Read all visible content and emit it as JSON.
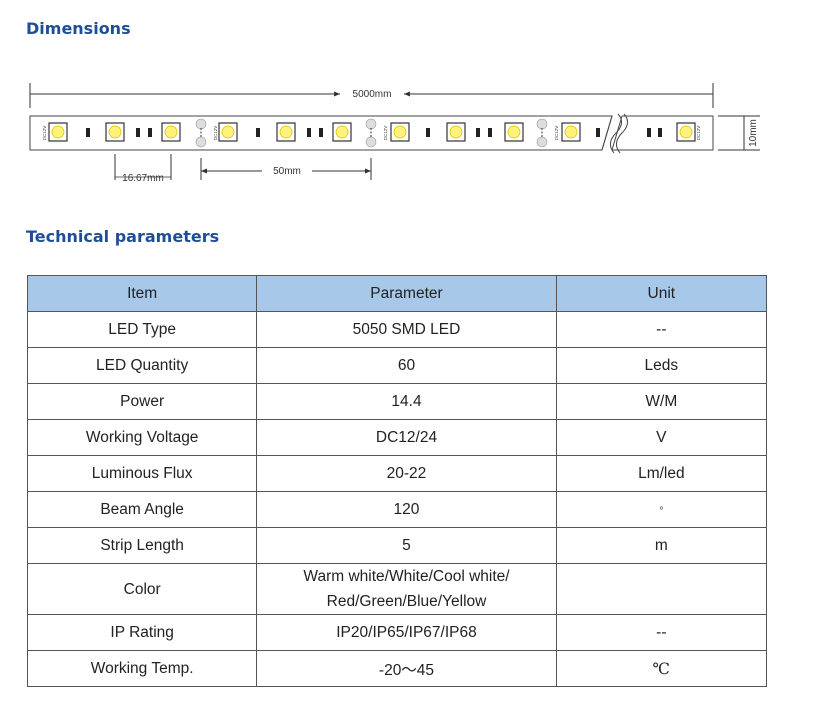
{
  "sections": {
    "dimensions_title": "Dimensions",
    "technical_title": "Technical parameters"
  },
  "diagram": {
    "total_length": "5000mm",
    "led_pitch": "16.67mm",
    "cut_length": "50mm",
    "width": "10mm",
    "pad_label": "DC12V"
  },
  "table": {
    "headers": [
      "Item",
      "Parameter",
      "Unit"
    ],
    "rows": [
      {
        "item": "LED Type",
        "parameter": "5050 SMD LED",
        "unit": "--"
      },
      {
        "item": "LED Quantity",
        "parameter": "60",
        "unit": "Leds"
      },
      {
        "item": "Power",
        "parameter": "14.4",
        "unit": "W/M"
      },
      {
        "item": "Working Voltage",
        "parameter": "DC12/24",
        "unit": "V"
      },
      {
        "item": "Luminous Flux",
        "parameter": "20-22",
        "unit": "Lm/led"
      },
      {
        "item": "Beam Angle",
        "parameter": "120",
        "unit": "°"
      },
      {
        "item": "Strip Length",
        "parameter": "5",
        "unit": "m"
      },
      {
        "item": "Color",
        "parameter_line1": "Warm white/White/Cool white/",
        "parameter_line2": "Red/Green/Blue/Yellow",
        "unit": ""
      },
      {
        "item": "IP Rating",
        "parameter": "IP20/IP65/IP67/IP68",
        "unit": "--"
      },
      {
        "item": "Working Temp.",
        "parameter": "-20～45",
        "unit": "℃"
      }
    ]
  }
}
